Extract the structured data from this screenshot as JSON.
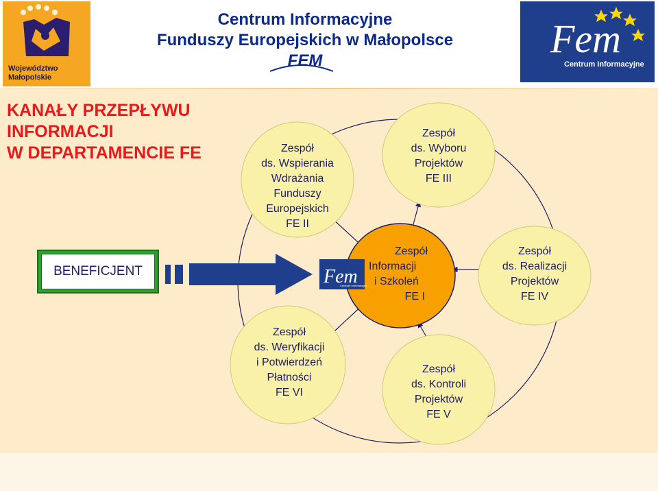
{
  "header": {
    "title_lines": [
      "Centrum Informacyjne",
      "Funduszy Europejskich w Małopolsce",
      "FEM"
    ],
    "logo_left_text": "Województwo\nMałopolskie",
    "logo_right_caption": "Centrum Informacyjne",
    "logo_right_wordmark": "Fem"
  },
  "side_title": [
    "KANAŁY PRZEPŁYWU",
    "INFORMACJI",
    "W DEPARTAMENCIE FE"
  ],
  "beneficiary": {
    "label": "BENEFICJENT"
  },
  "center_logo": {
    "wordmark": "Fem",
    "caption": "Centrum Informacyjne"
  },
  "nodes": {
    "fe1": [
      "Zespół",
      "Informacji",
      "i Szkoleń",
      "FE I"
    ],
    "fe2": [
      "Zespół",
      "ds. Wspierania",
      "Wdrażania",
      "Funduszy",
      "Europejskich",
      "FE II"
    ],
    "fe3": [
      "Zespół",
      "ds. Wyboru",
      "Projektów",
      "FE III"
    ],
    "fe4": [
      "Zespół",
      "ds. Realizacji",
      "Projektów",
      "FE IV"
    ],
    "fe5": [
      "Zespół",
      "ds. Kontroli",
      "Projektów",
      "FE V"
    ],
    "fe6": [
      "Zespół",
      "ds. Weryfikacji",
      "i Potwierdzeń",
      "Płatności",
      "FE VI"
    ]
  },
  "colors": {
    "node_fill": "#f9f1a8",
    "center_fill": "#f7a000",
    "center_stroke": "#1e1e64",
    "arrow": "#1f3f8c",
    "side_title": "#e31b1b",
    "header_title": "#0b2a8a",
    "beneficiary_border": "#2e9e2e"
  },
  "icons": [
    "woj-malopolskie-logo",
    "fem-logo",
    "eu-stars-icon"
  ]
}
